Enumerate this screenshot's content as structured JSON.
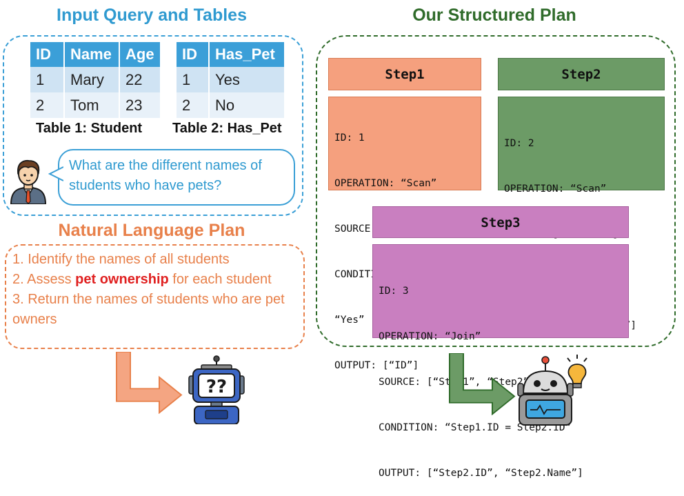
{
  "left": {
    "title": "Input Query and Tables",
    "table1": {
      "headers": [
        "ID",
        "Name",
        "Age"
      ],
      "rows": [
        [
          "1",
          "Mary",
          "22"
        ],
        [
          "2",
          "Tom",
          "23"
        ]
      ],
      "caption": "Table 1: Student"
    },
    "table2": {
      "headers": [
        "ID",
        "Has_Pet"
      ],
      "rows": [
        [
          "1",
          "Yes"
        ],
        [
          "2",
          "No"
        ]
      ],
      "caption": "Table 2: Has_Pet"
    },
    "question": "What are the different names of students who have pets?",
    "nl_title": "Natural Language Plan",
    "nl_steps": {
      "s1": "1. Identify the names of all students",
      "s2_pre": "2. Assess ",
      "s2_highlight": "pet ownership",
      "s2_post": " for each student",
      "s3": "3. Return the names of students who are pet owners"
    },
    "robot_label": "??"
  },
  "right": {
    "title": "Our Structured Plan",
    "step1": {
      "header": "Step1",
      "lines": [
        "ID: 1",
        "OPERATION: “Scan”",
        "SOURCE: [“Has_Pet”]",
        "CONDITION: Has_Pet =",
        "“Yes”",
        "OUTPUT: [“ID”]"
      ]
    },
    "step2": {
      "header": "Step2",
      "lines": [
        "ID: 2",
        "OPERATION: “Scan”",
        "SOURCE: [“Student”]",
        "CONDITION: null",
        "OUTPUT: [“ID”, “Name”]"
      ]
    },
    "step3": {
      "header": "Step3",
      "lines": [
        "ID: 3",
        "OPERATION: “Join”",
        "SOURCE: [“Step1”, “Step2”]",
        "CONDITION: “Step1.ID = Step2.ID”",
        "OUTPUT: [“Step2.ID”, “Step2.Name”]"
      ]
    }
  },
  "colors": {
    "blue": "#3a9fd6",
    "orange": "#e8804a",
    "green": "#2f6b2a",
    "step1_fill": "#f5a07e",
    "step2_fill": "#6c9b66",
    "step3_fill": "#c97fc0"
  }
}
